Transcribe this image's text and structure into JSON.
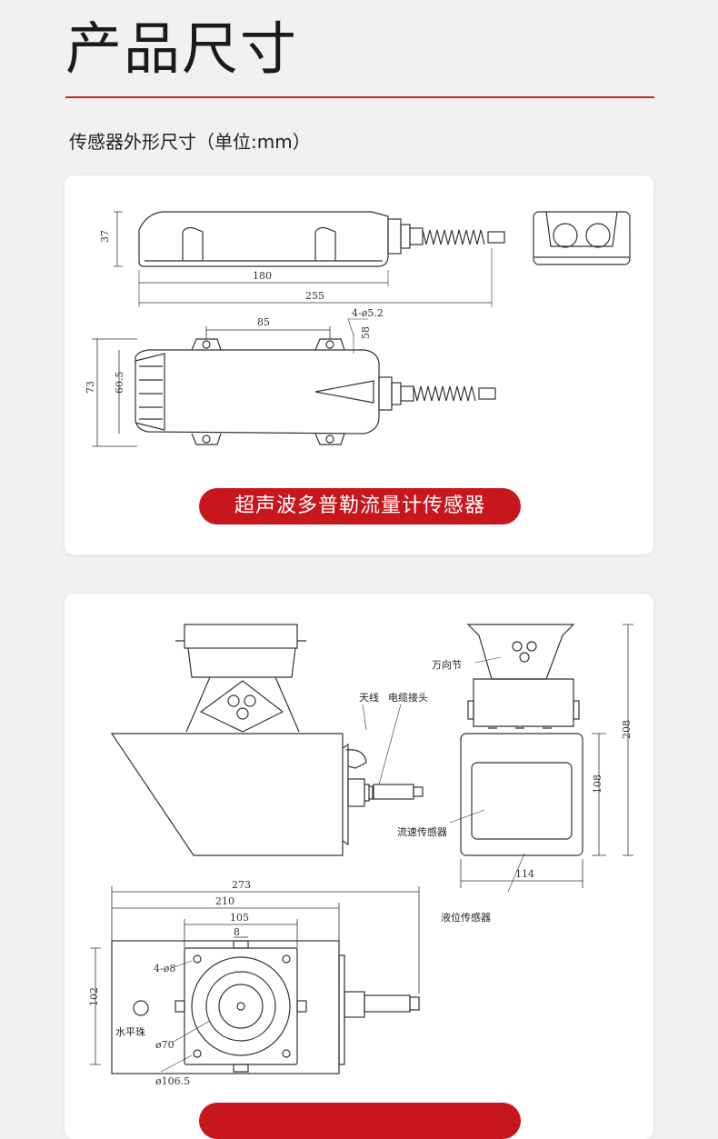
{
  "header": {
    "title": "产品尺寸",
    "subtitle": "传感器外形尺寸（单位:mm）"
  },
  "card1": {
    "dims": {
      "height_side": "37",
      "len_180": "180",
      "len_255": "255",
      "len_85": "85",
      "holes": "4-ø5.2",
      "d58": "58",
      "w73": "73",
      "w60_5": "60.5"
    },
    "caption": "超声波多普勒流量计传感器"
  },
  "card2": {
    "labels": {
      "antenna": "天线",
      "cable_connector": "电缆接头",
      "universal_joint": "万向节",
      "velocity_sensor": "流速传感器",
      "level_sensor": "液位传感器",
      "bubble_level": "水平珠"
    },
    "dims": {
      "d208": "208",
      "d108": "108",
      "d114": "114",
      "d273": "273",
      "d210": "210",
      "d105": "105",
      "d8": "8",
      "holes": "4-ø8",
      "d102": "102",
      "d70": "ø70",
      "d106_5": "ø106.5"
    }
  },
  "colors": {
    "accent": "#c8161d",
    "rule": "#c4262b"
  }
}
